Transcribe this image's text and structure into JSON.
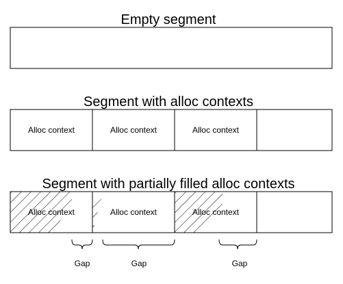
{
  "empty_segment": {
    "title": "Empty segment"
  },
  "segment_contexts": {
    "title": "Segment with alloc contexts",
    "cells": [
      "Alloc context",
      "Alloc context",
      "Alloc context",
      ""
    ]
  },
  "segment_partial": {
    "title": "Segment with partially filled alloc contexts",
    "cells": [
      "Alloc context",
      "Alloc context",
      "Alloc context",
      ""
    ],
    "gaps": [
      "Gap",
      "Gap",
      "Gap"
    ]
  },
  "colors": {
    "stroke": "#000000",
    "background": "#ffffff"
  }
}
